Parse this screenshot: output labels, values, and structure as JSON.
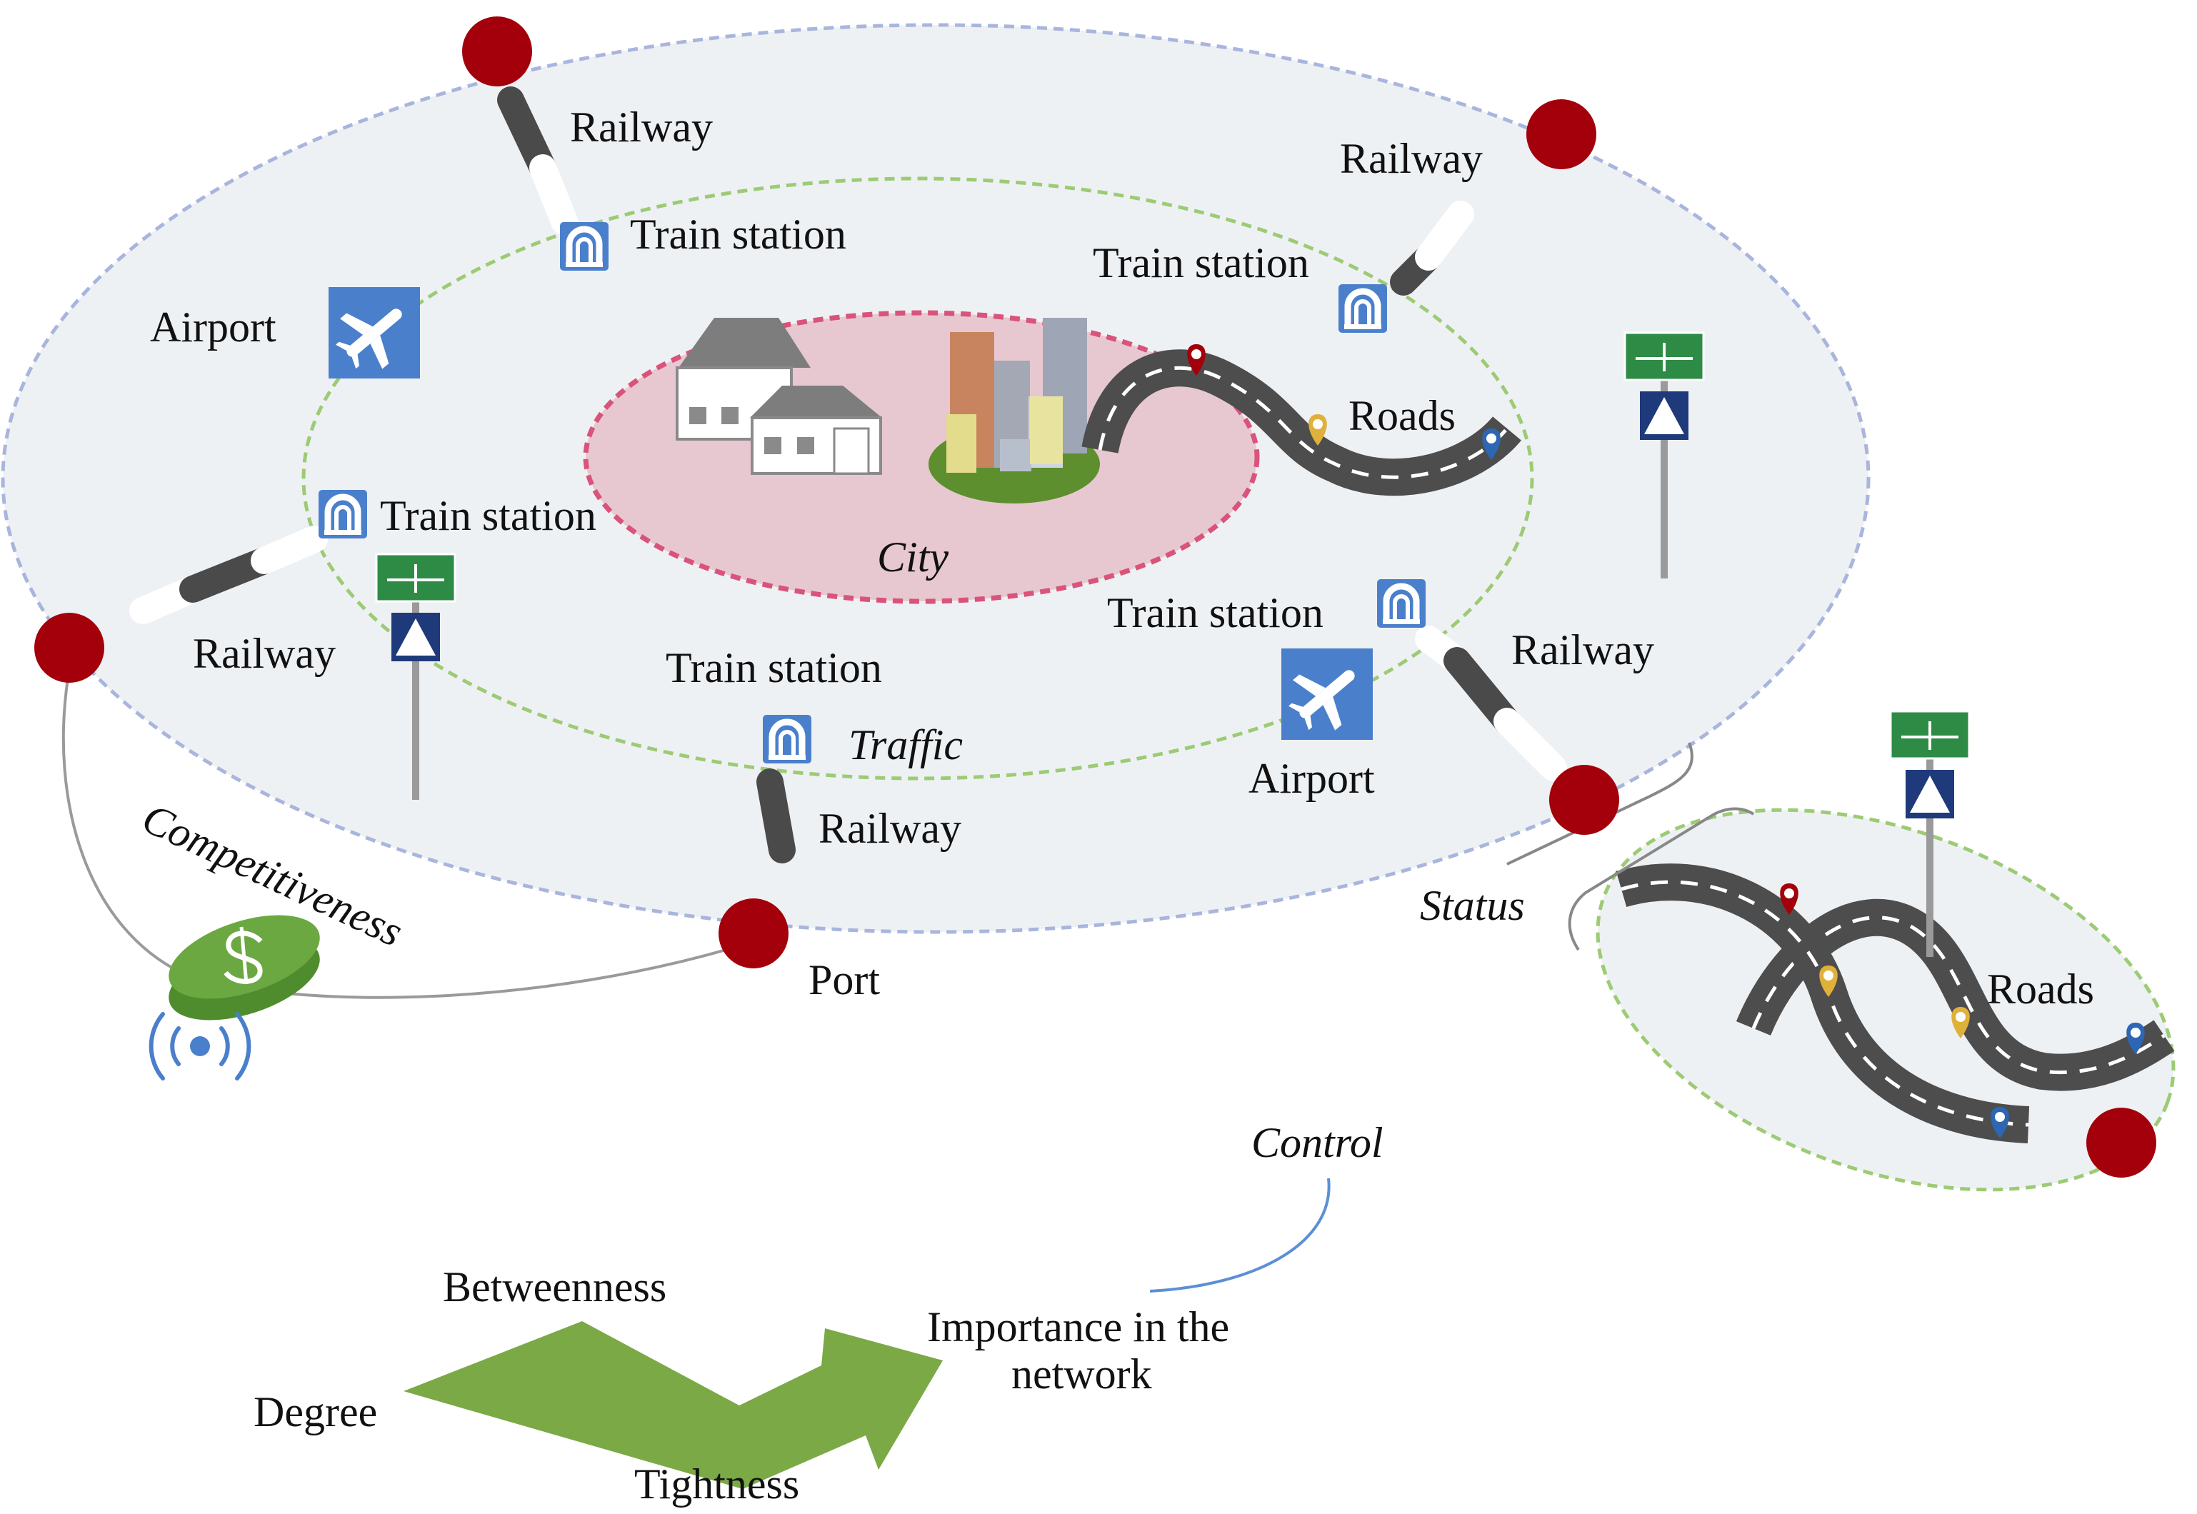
{
  "labels": {
    "city": "City",
    "traffic": "Traffic",
    "status": "Status",
    "competitiveness": "Competitiveness",
    "control": "Control",
    "port": "Port",
    "roads_main": "Roads",
    "roads_sub": "Roads",
    "airport_left": "Airport",
    "airport_right": "Airport",
    "railway_top_left": "Railway",
    "railway_top_right": "Railway",
    "railway_left": "Railway",
    "railway_bottom": "Railway",
    "railway_right": "Railway",
    "train_station_top": "Train station",
    "train_station_top_right": "Train station",
    "train_station_left": "Train station",
    "train_station_bottom": "Train station",
    "train_station_right": "Train station"
  },
  "importance": {
    "degree": "Degree",
    "betweenness": "Betweenness",
    "tightness": "Tightness",
    "result_line1": "Importance in the",
    "result_line2": "network"
  },
  "icons": {
    "train": "train-station-icon",
    "airport": "airplane-icon",
    "sign": "road-sign-icon",
    "money": "dollar-coin-icon",
    "signal": "wireless-signal-icon",
    "pin": "map-pin-icon",
    "hub": "hub-node-icon"
  },
  "colors": {
    "hub": "#a3000b",
    "outer_ring": "#a9b5dd",
    "traffic_ring": "#9ccb74",
    "city_fill": "#e7c8d0",
    "city_ring": "#d9537a",
    "zone_fill": "#eef1f4",
    "arrow": "#7aa946",
    "icon_blue": "#4a7fcb",
    "road": "#4d4d4d",
    "money": "#6ba842",
    "sign_green": "#2e8b46"
  }
}
